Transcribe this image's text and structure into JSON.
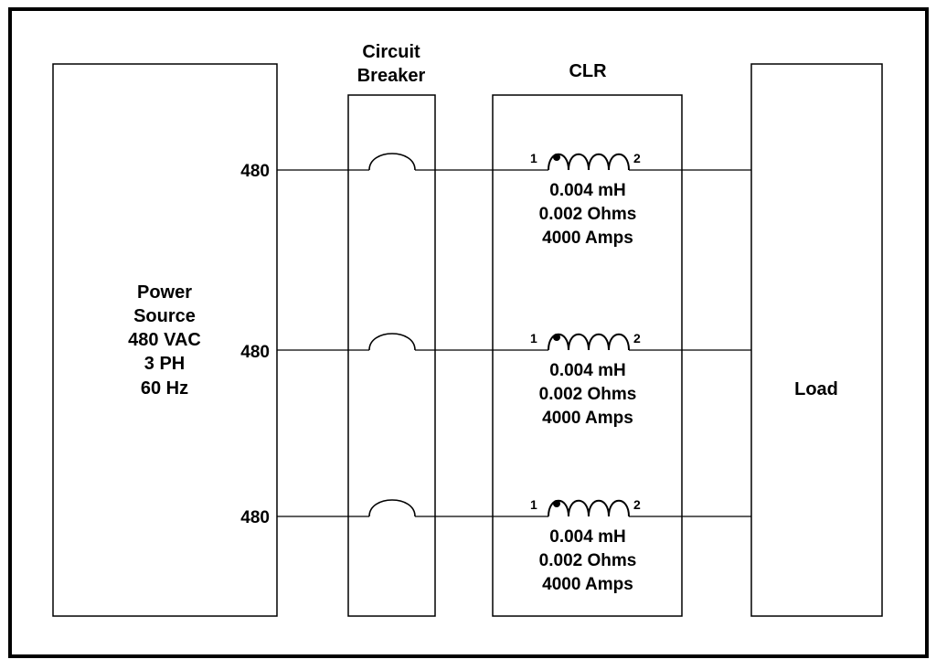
{
  "colors": {
    "ink": "#000000",
    "background": "#ffffff"
  },
  "source": {
    "lines": [
      "Power",
      "Source",
      "480 VAC",
      "3 PH",
      "60 Hz"
    ]
  },
  "breaker": {
    "title_lines": [
      "Circuit",
      "Breaker"
    ]
  },
  "clr": {
    "title": "CLR"
  },
  "load": {
    "label": "Load"
  },
  "phases": [
    {
      "voltage_label": "480",
      "terminal_1": "1",
      "terminal_2": "2",
      "specs": [
        "0.004 mH",
        "0.002 Ohms",
        "4000 Amps"
      ]
    },
    {
      "voltage_label": "480",
      "terminal_1": "1",
      "terminal_2": "2",
      "specs": [
        "0.004 mH",
        "0.002 Ohms",
        "4000 Amps"
      ]
    },
    {
      "voltage_label": "480",
      "terminal_1": "1",
      "terminal_2": "2",
      "specs": [
        "0.004 mH",
        "0.002 Ohms",
        "4000 Amps"
      ]
    }
  ]
}
